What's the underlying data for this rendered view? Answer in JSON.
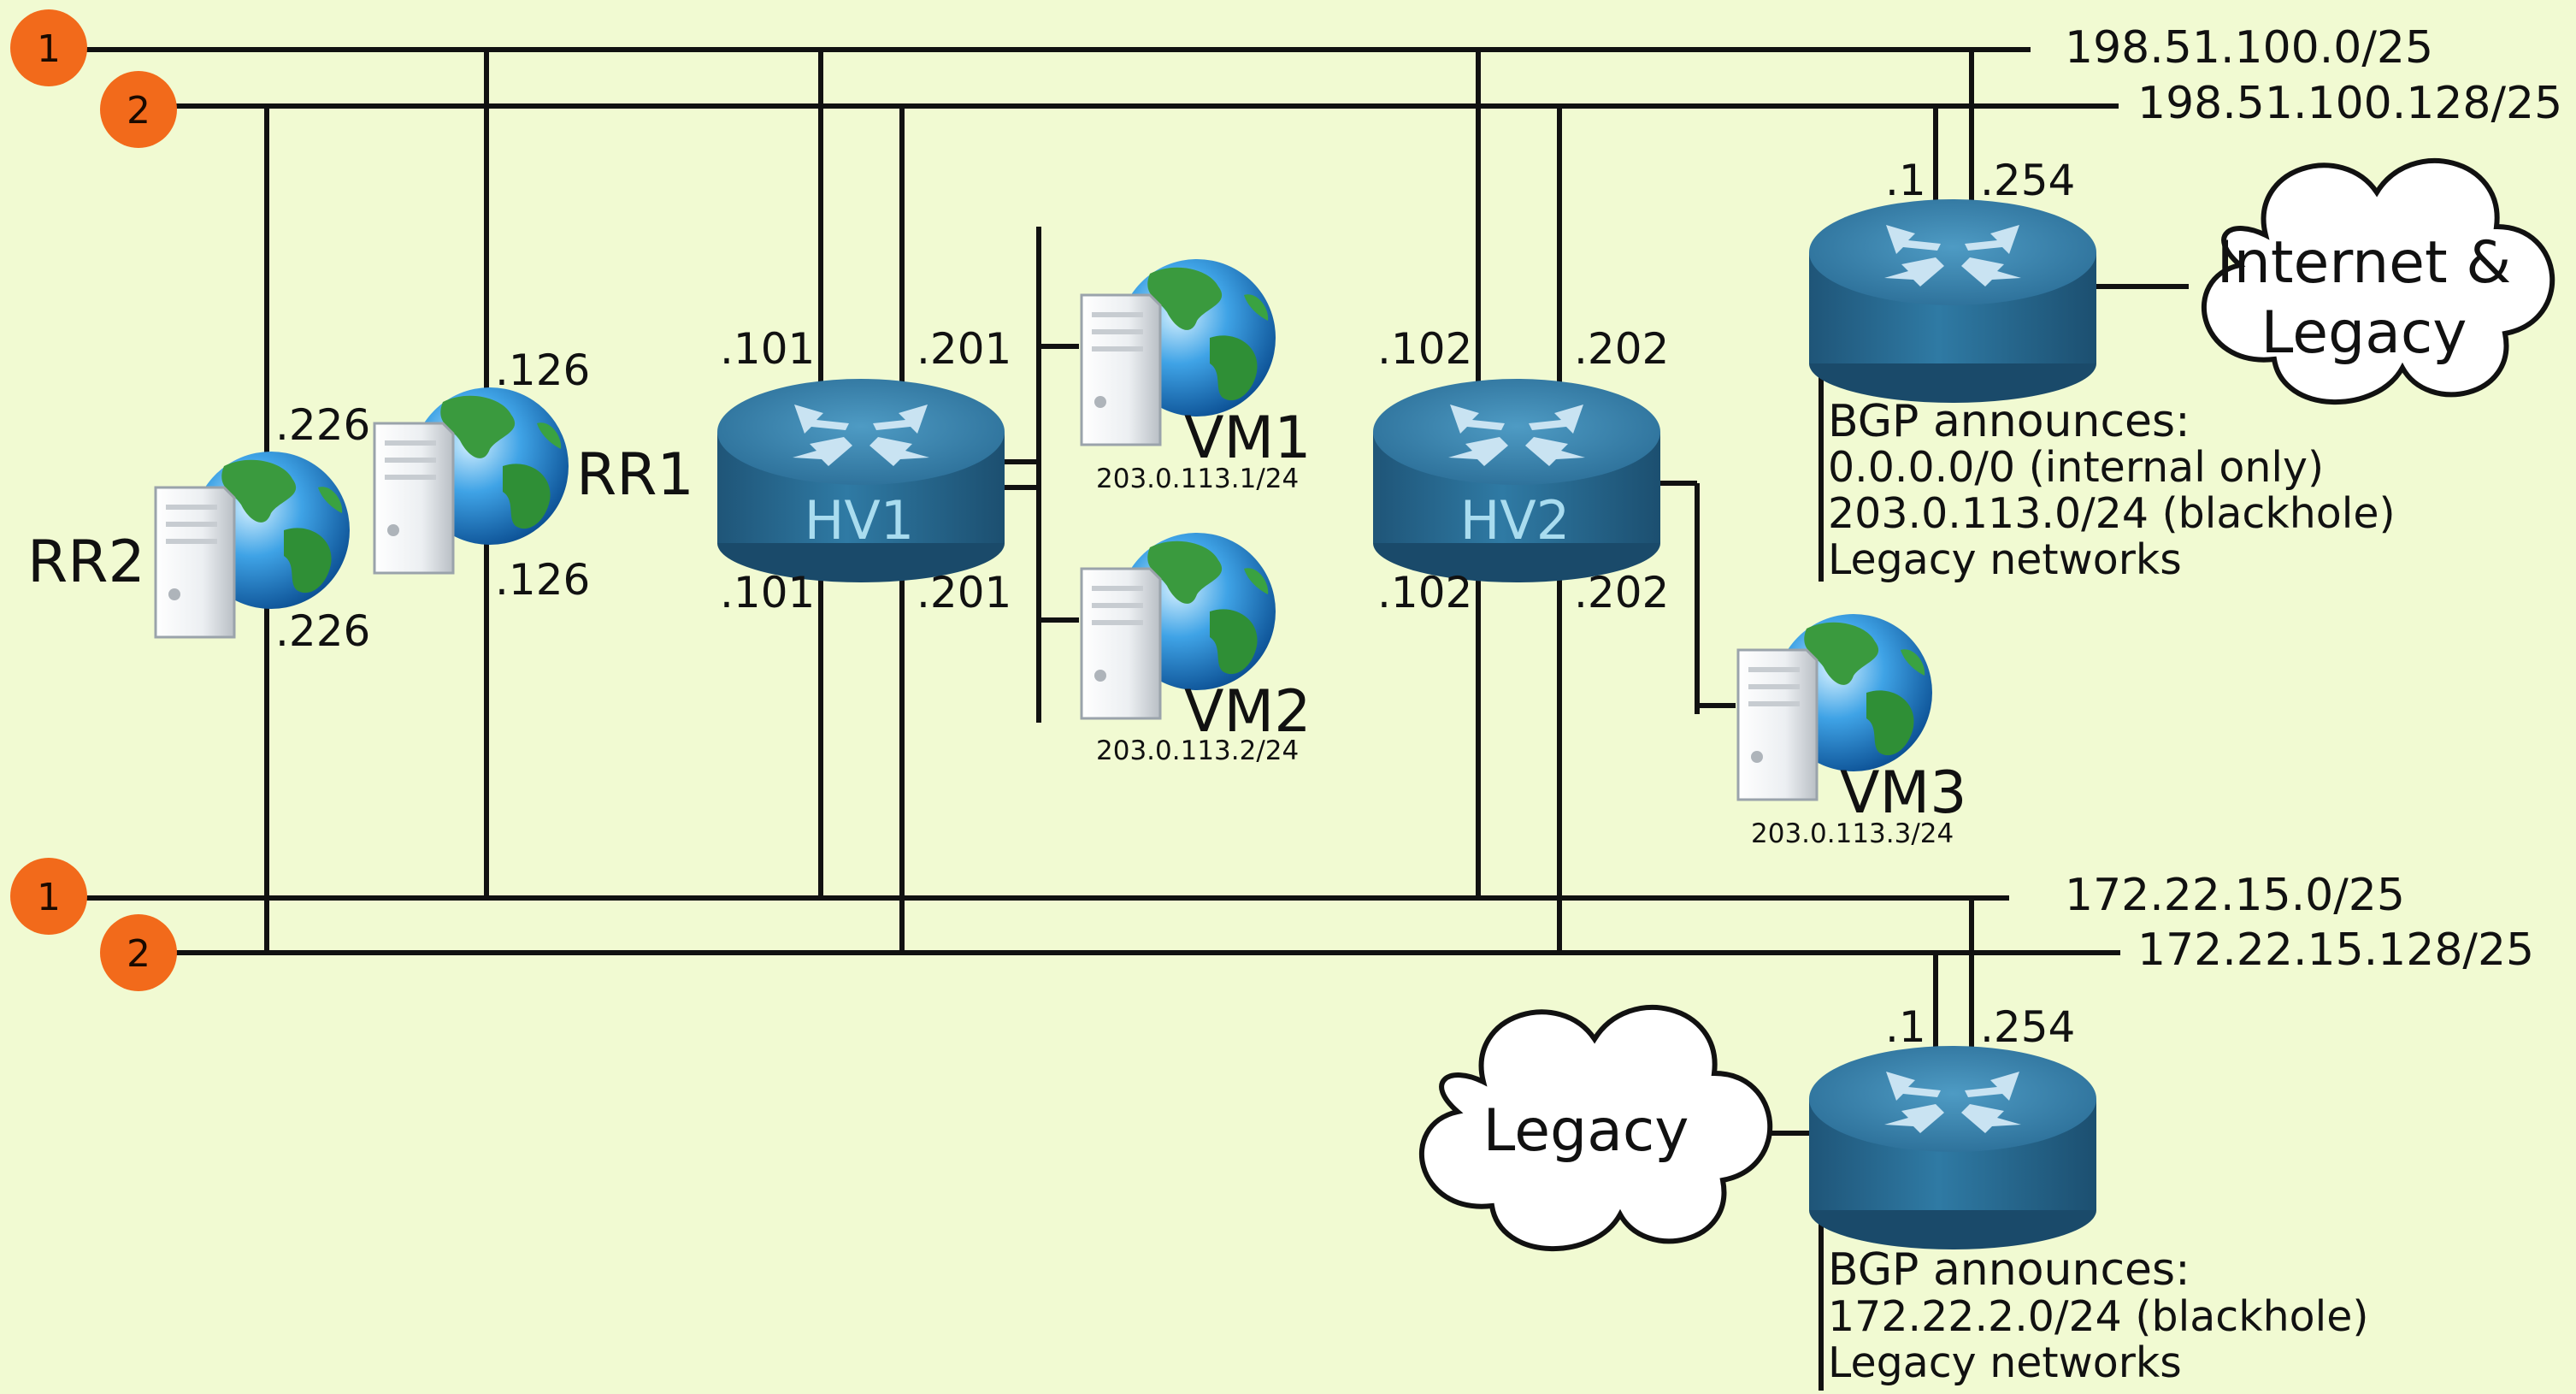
{
  "networks": {
    "top_1": "198.51.100.0/25",
    "top_2": "198.51.100.128/25",
    "bottom_1": "172.22.15.0/25",
    "bottom_2": "172.22.15.128/25"
  },
  "badges": {
    "one": "1",
    "two": "2"
  },
  "nodes": {
    "rr1": {
      "label": "RR1",
      "addr_top": ".126",
      "addr_bottom": ".126"
    },
    "rr2": {
      "label": "RR2",
      "addr_top": ".226",
      "addr_bottom": ".226"
    },
    "hv1": {
      "label": "HV1",
      "addr_tl": ".101",
      "addr_tr": ".201",
      "addr_bl": ".101",
      "addr_br": ".201"
    },
    "hv2": {
      "label": "HV2",
      "addr_tl": ".102",
      "addr_tr": ".202",
      "addr_bl": ".102",
      "addr_br": ".202"
    },
    "vm1": {
      "label": "VM1",
      "ip": "203.0.113.1/24"
    },
    "vm2": {
      "label": "VM2",
      "ip": "203.0.113.2/24"
    },
    "vm3": {
      "label": "VM3",
      "ip": "203.0.113.3/24"
    }
  },
  "edge_top": {
    "addr_left": ".1",
    "addr_right": ".254",
    "cloud_line1": "Internet &",
    "cloud_line2": "Legacy",
    "bgp_title": "BGP announces:",
    "bgp_lines": [
      "0.0.0.0/0 (internal only)",
      "203.0.113.0/24 (blackhole)",
      "Legacy networks"
    ]
  },
  "edge_bottom": {
    "addr_left": ".1",
    "addr_right": ".254",
    "cloud_label": "Legacy",
    "bgp_title": "BGP announces:",
    "bgp_lines": [
      "172.22.2.0/24 (blackhole)",
      "Legacy networks"
    ]
  },
  "colors": {
    "background": "#f1fad2",
    "badge": "#f26a1b",
    "router_top": "#3f89b1",
    "router_side": "#245f87",
    "router_label": "#a9dcef"
  }
}
